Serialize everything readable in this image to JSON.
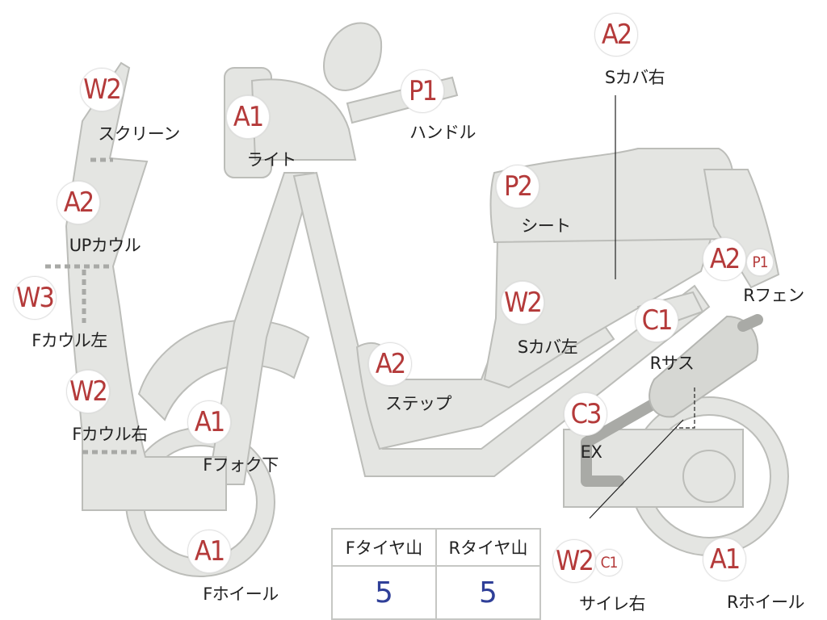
{
  "parts": [
    {
      "id": "screen",
      "grade": "W2",
      "label": "スクリーン"
    },
    {
      "id": "up-cowl",
      "grade": "A2",
      "label": "UPカウル"
    },
    {
      "id": "f-cowl-left",
      "grade": "W3",
      "label": "Fカウル左"
    },
    {
      "id": "f-cowl-right",
      "grade": "W2",
      "label": "Fカウル右"
    },
    {
      "id": "light",
      "grade": "A1",
      "label": "ライト"
    },
    {
      "id": "handle",
      "grade": "P1",
      "label": "ハンドル"
    },
    {
      "id": "f-fork-lower",
      "grade": "A1",
      "label": "Fフォク下"
    },
    {
      "id": "f-wheel",
      "grade": "A1",
      "label": "Fホイール"
    },
    {
      "id": "step",
      "grade": "A2",
      "label": "ステップ"
    },
    {
      "id": "s-cover-left",
      "grade": "W2",
      "label": "Sカバ左"
    },
    {
      "id": "seat",
      "grade": "P2",
      "label": "シート"
    },
    {
      "id": "s-cover-right",
      "grade": "A2",
      "label": "Sカバ右"
    },
    {
      "id": "r-fender",
      "grade": "A2",
      "grade2": "P1",
      "label": "Rフェン"
    },
    {
      "id": "r-suspension",
      "grade": "C1",
      "label": "Rサス"
    },
    {
      "id": "exhaust",
      "grade": "C3",
      "label": "EX"
    },
    {
      "id": "silencer-right",
      "grade": "W2",
      "grade2": "C1",
      "label": "サイレ右"
    },
    {
      "id": "r-wheel",
      "grade": "A1",
      "label": "Rホイール"
    }
  ],
  "tires": {
    "front_header": "Fタイヤ山",
    "rear_header": "Rタイヤ山",
    "front_value": "5",
    "rear_value": "5"
  }
}
